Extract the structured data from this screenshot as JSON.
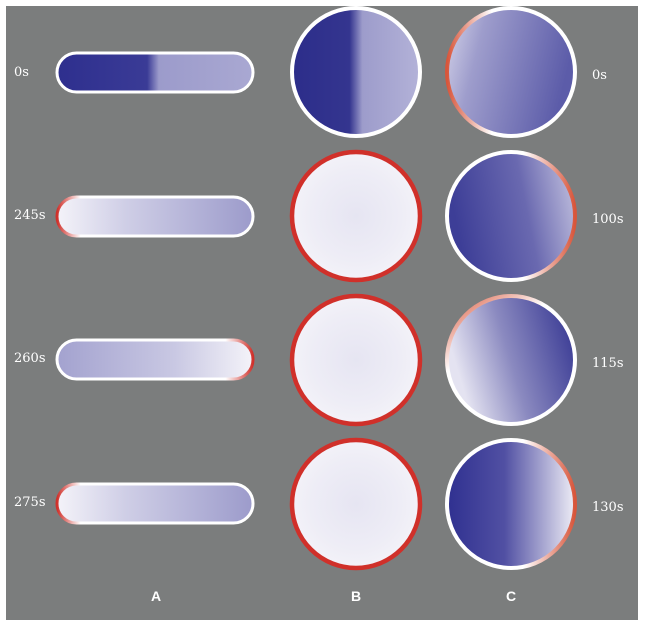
{
  "figure": {
    "column_labels": [
      "A",
      "B",
      "C"
    ],
    "column_a_times": [
      "0s",
      "245s",
      "260s",
      "275s"
    ],
    "column_c_times": [
      "0s",
      "100s",
      "115s",
      "130s"
    ]
  },
  "colors": {
    "background": "#7b7d7d",
    "dark_blue": "#2e2f8e",
    "light_blue": "#a4a3cf",
    "pale": "#eeedf6",
    "rim_white": "#ffffff",
    "rim_red": "#d0302a"
  }
}
